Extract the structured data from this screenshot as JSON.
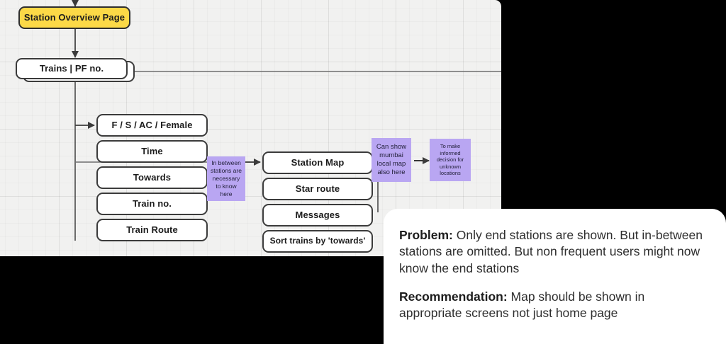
{
  "canvas": {
    "background_color": "#f1f1f0",
    "accent_yellow": "#fcd947",
    "accent_purple": "#b9a6f2",
    "node_border_color": "#3b3b3b"
  },
  "flow": {
    "root": {
      "label": "Station Overview Page"
    },
    "second": {
      "label": "Trains | PF no."
    },
    "left_column": [
      {
        "label": "F / S / AC / Female"
      },
      {
        "label": "Time"
      },
      {
        "label": "Towards"
      },
      {
        "label": "Train no."
      },
      {
        "label": "Train Route"
      }
    ],
    "right_column": [
      {
        "label": "Station Map"
      },
      {
        "label": "Star route"
      },
      {
        "label": "Messages"
      },
      {
        "label": "Sort trains by 'towards'"
      }
    ],
    "notes": [
      {
        "id": "note-in-between",
        "text": "In between stations are necessary to know here"
      },
      {
        "id": "note-mumbai-map",
        "text": "Can show mumbai local map also here"
      },
      {
        "id": "note-informed-decision",
        "text": "To make informed decision for unknown locations"
      }
    ]
  },
  "callout": {
    "problem_label": "Problem:",
    "problem_text": " Only end stations are shown. But in-between stations are omitted. But non frequent users might now know the end stations",
    "recommendation_label": "Recommendation:",
    "recommendation_text": " Map should be shown in appropriate screens not just home page"
  }
}
